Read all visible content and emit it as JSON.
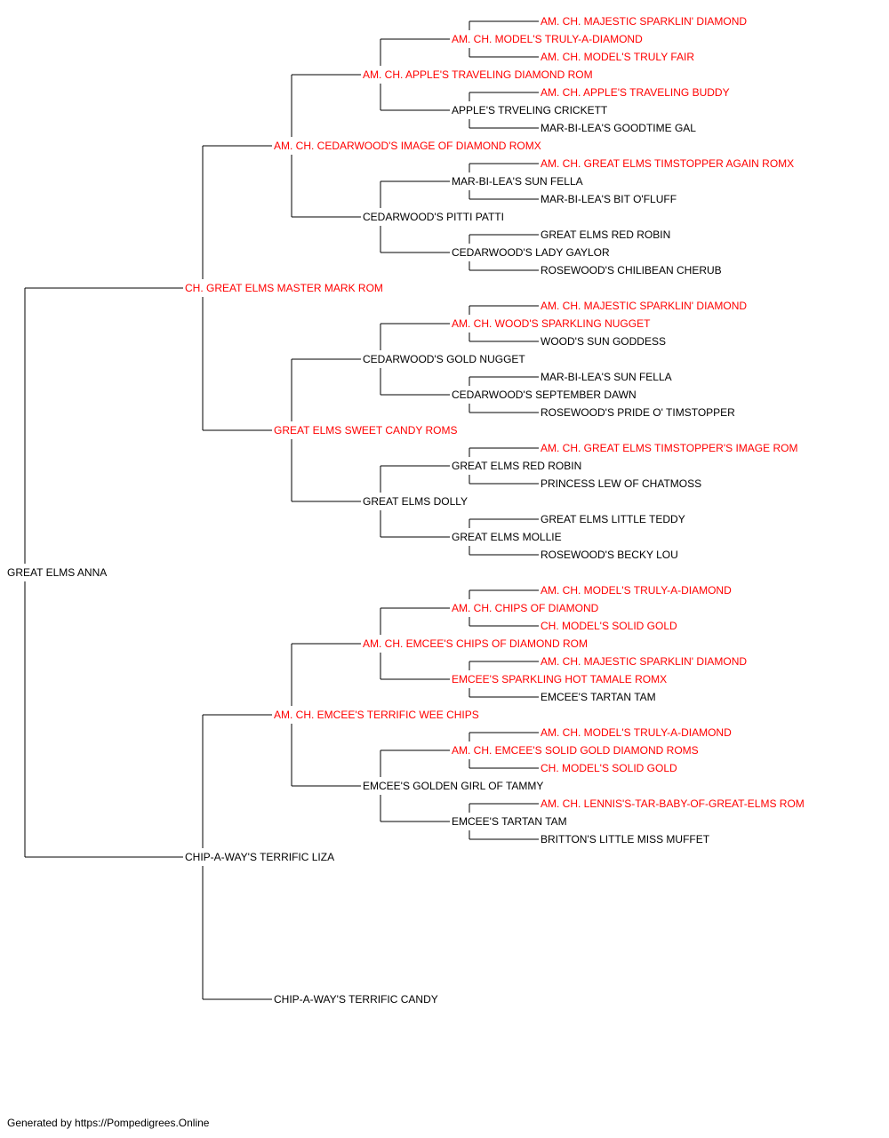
{
  "colors": {
    "champion": "#ff0000",
    "normal": "#000000",
    "line": "#000000"
  },
  "pedigree": {
    "name": "GREAT ELMS ANNA",
    "champion": false,
    "sire": {
      "name": "CH. GREAT ELMS MASTER MARK ROM",
      "champion": true,
      "sire": {
        "name": "AM. CH. CEDARWOOD'S IMAGE OF DIAMOND ROMX",
        "champion": true,
        "sire": {
          "name": "AM. CH. APPLE'S TRAVELING DIAMOND ROM",
          "champion": true,
          "sire": {
            "name": "AM. CH. MODEL'S TRULY-A-DIAMOND",
            "champion": true,
            "sire": {
              "name": "AM. CH. MAJESTIC SPARKLIN' DIAMOND",
              "champion": true
            },
            "dam": {
              "name": "AM. CH. MODEL'S TRULY FAIR",
              "champion": true
            }
          },
          "dam": {
            "name": "APPLE'S TRVELING CRICKETT",
            "champion": false,
            "sire": {
              "name": "AM. CH. APPLE'S TRAVELING BUDDY",
              "champion": true
            },
            "dam": {
              "name": "MAR-BI-LEA'S GOODTIME GAL",
              "champion": false
            }
          }
        },
        "dam": {
          "name": "CEDARWOOD'S PITTI PATTI",
          "champion": false,
          "sire": {
            "name": "MAR-BI-LEA'S SUN FELLA",
            "champion": false,
            "sire": {
              "name": "AM. CH. GREAT ELMS TIMSTOPPER AGAIN ROMX",
              "champion": true
            },
            "dam": {
              "name": "MAR-BI-LEA'S BIT O'FLUFF",
              "champion": false
            }
          },
          "dam": {
            "name": "CEDARWOOD'S LADY GAYLOR",
            "champion": false,
            "sire": {
              "name": "GREAT ELMS RED ROBIN",
              "champion": false
            },
            "dam": {
              "name": "ROSEWOOD'S CHILIBEAN CHERUB",
              "champion": false
            }
          }
        }
      },
      "dam": {
        "name": "GREAT ELMS SWEET CANDY ROMS",
        "champion": true,
        "sire": {
          "name": "CEDARWOOD'S GOLD NUGGET",
          "champion": false,
          "sire": {
            "name": "AM. CH. WOOD'S SPARKLING NUGGET",
            "champion": true,
            "sire": {
              "name": "AM. CH. MAJESTIC SPARKLIN' DIAMOND",
              "champion": true
            },
            "dam": {
              "name": "WOOD'S SUN GODDESS",
              "champion": false
            }
          },
          "dam": {
            "name": "CEDARWOOD'S SEPTEMBER DAWN",
            "champion": false,
            "sire": {
              "name": "MAR-BI-LEA'S SUN FELLA",
              "champion": false
            },
            "dam": {
              "name": "ROSEWOOD'S PRIDE O' TIMSTOPPER",
              "champion": false
            }
          }
        },
        "dam": {
          "name": "GREAT ELMS DOLLY",
          "champion": false,
          "sire": {
            "name": "GREAT ELMS RED ROBIN",
            "champion": false,
            "sire": {
              "name": "AM. CH. GREAT ELMS TIMSTOPPER'S IMAGE ROM",
              "champion": true
            },
            "dam": {
              "name": "PRINCESS LEW OF CHATMOSS",
              "champion": false
            }
          },
          "dam": {
            "name": "GREAT ELMS MOLLIE",
            "champion": false,
            "sire": {
              "name": "GREAT ELMS LITTLE TEDDY",
              "champion": false
            },
            "dam": {
              "name": "ROSEWOOD'S BECKY LOU",
              "champion": false
            }
          }
        }
      }
    },
    "dam": {
      "name": "CHIP-A-WAY'S TERRIFIC LIZA",
      "champion": false,
      "sire": {
        "name": "AM. CH. EMCEE'S TERRIFIC WEE CHIPS",
        "champion": true,
        "sire": {
          "name": "AM. CH. EMCEE'S CHIPS OF DIAMOND ROM",
          "champion": true,
          "sire": {
            "name": "AM. CH. CHIPS OF DIAMOND",
            "champion": true,
            "sire": {
              "name": "AM. CH. MODEL'S TRULY-A-DIAMOND",
              "champion": true
            },
            "dam": {
              "name": "CH. MODEL'S SOLID GOLD",
              "champion": true
            }
          },
          "dam": {
            "name": "EMCEE'S SPARKLING HOT TAMALE ROMX",
            "champion": true,
            "sire": {
              "name": "AM. CH. MAJESTIC SPARKLIN' DIAMOND",
              "champion": true
            },
            "dam": {
              "name": "EMCEE'S TARTAN TAM",
              "champion": false
            }
          }
        },
        "dam": {
          "name": "EMCEE'S GOLDEN GIRL OF TAMMY",
          "champion": false,
          "sire": {
            "name": "AM. CH. EMCEE'S SOLID GOLD DIAMOND ROMS",
            "champion": true,
            "sire": {
              "name": "AM. CH. MODEL'S TRULY-A-DIAMOND",
              "champion": true
            },
            "dam": {
              "name": "CH. MODEL'S SOLID GOLD",
              "champion": true
            }
          },
          "dam": {
            "name": "EMCEE'S TARTAN TAM",
            "champion": false,
            "sire": {
              "name": "AM. CH. LENNIS'S-TAR-BABY-OF-GREAT-ELMS ROM",
              "champion": true
            },
            "dam": {
              "name": "BRITTON'S LITTLE MISS MUFFET",
              "champion": false
            }
          }
        }
      },
      "dam": {
        "name": "CHIP-A-WAY'S TERRIFIC CANDY",
        "champion": false
      }
    }
  },
  "footer": "Generated by https://Pompedigrees.Online"
}
